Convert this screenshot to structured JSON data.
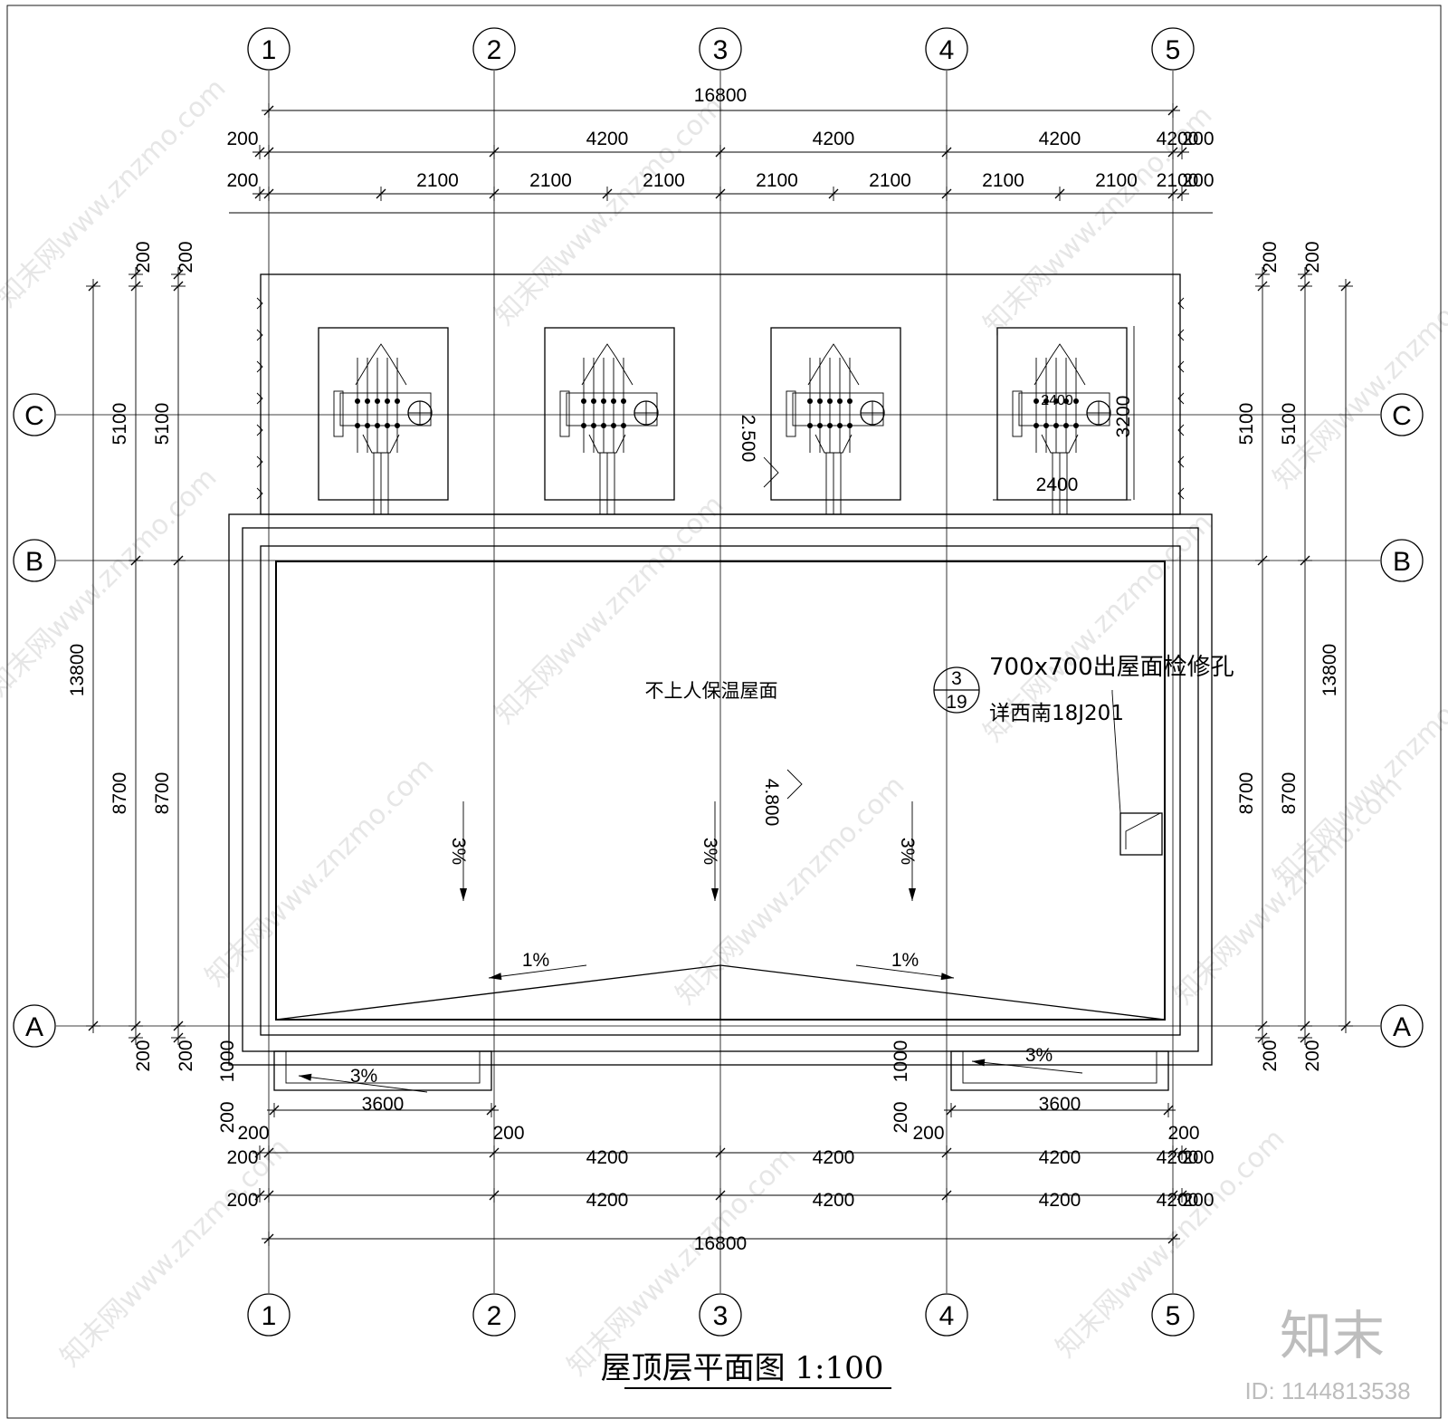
{
  "drawing": {
    "title": "屋顶层平面图 1:100",
    "roof_label": "不上人保温屋面",
    "hatch_note": "700x700出屋面检修孔",
    "hatch_ref": "详西南18J201",
    "callout_top": "3",
    "callout_bottom": "19",
    "elev_upper": "2.500",
    "elev_lower": "4.800",
    "ac_width": "2400",
    "ac_depth": "3200",
    "ac_ref": "2400"
  },
  "grid": {
    "cols": [
      "1",
      "2",
      "3",
      "4",
      "5"
    ],
    "rows": [
      "C",
      "B",
      "A"
    ]
  },
  "dims": {
    "total": "16800",
    "bay": "4200",
    "half_bay": "2100",
    "edge": "200",
    "left_total": "13800",
    "left_upper": "5100",
    "left_lower": "8700",
    "canopy_depth": "1000",
    "canopy_span": "3600"
  },
  "slopes": {
    "main": "3%",
    "ridge": "1%",
    "canopy": "3%"
  },
  "branding": {
    "watermark": "知末网www.znzmo.com",
    "logo": "知末",
    "image_id": "ID: 1144813538"
  }
}
